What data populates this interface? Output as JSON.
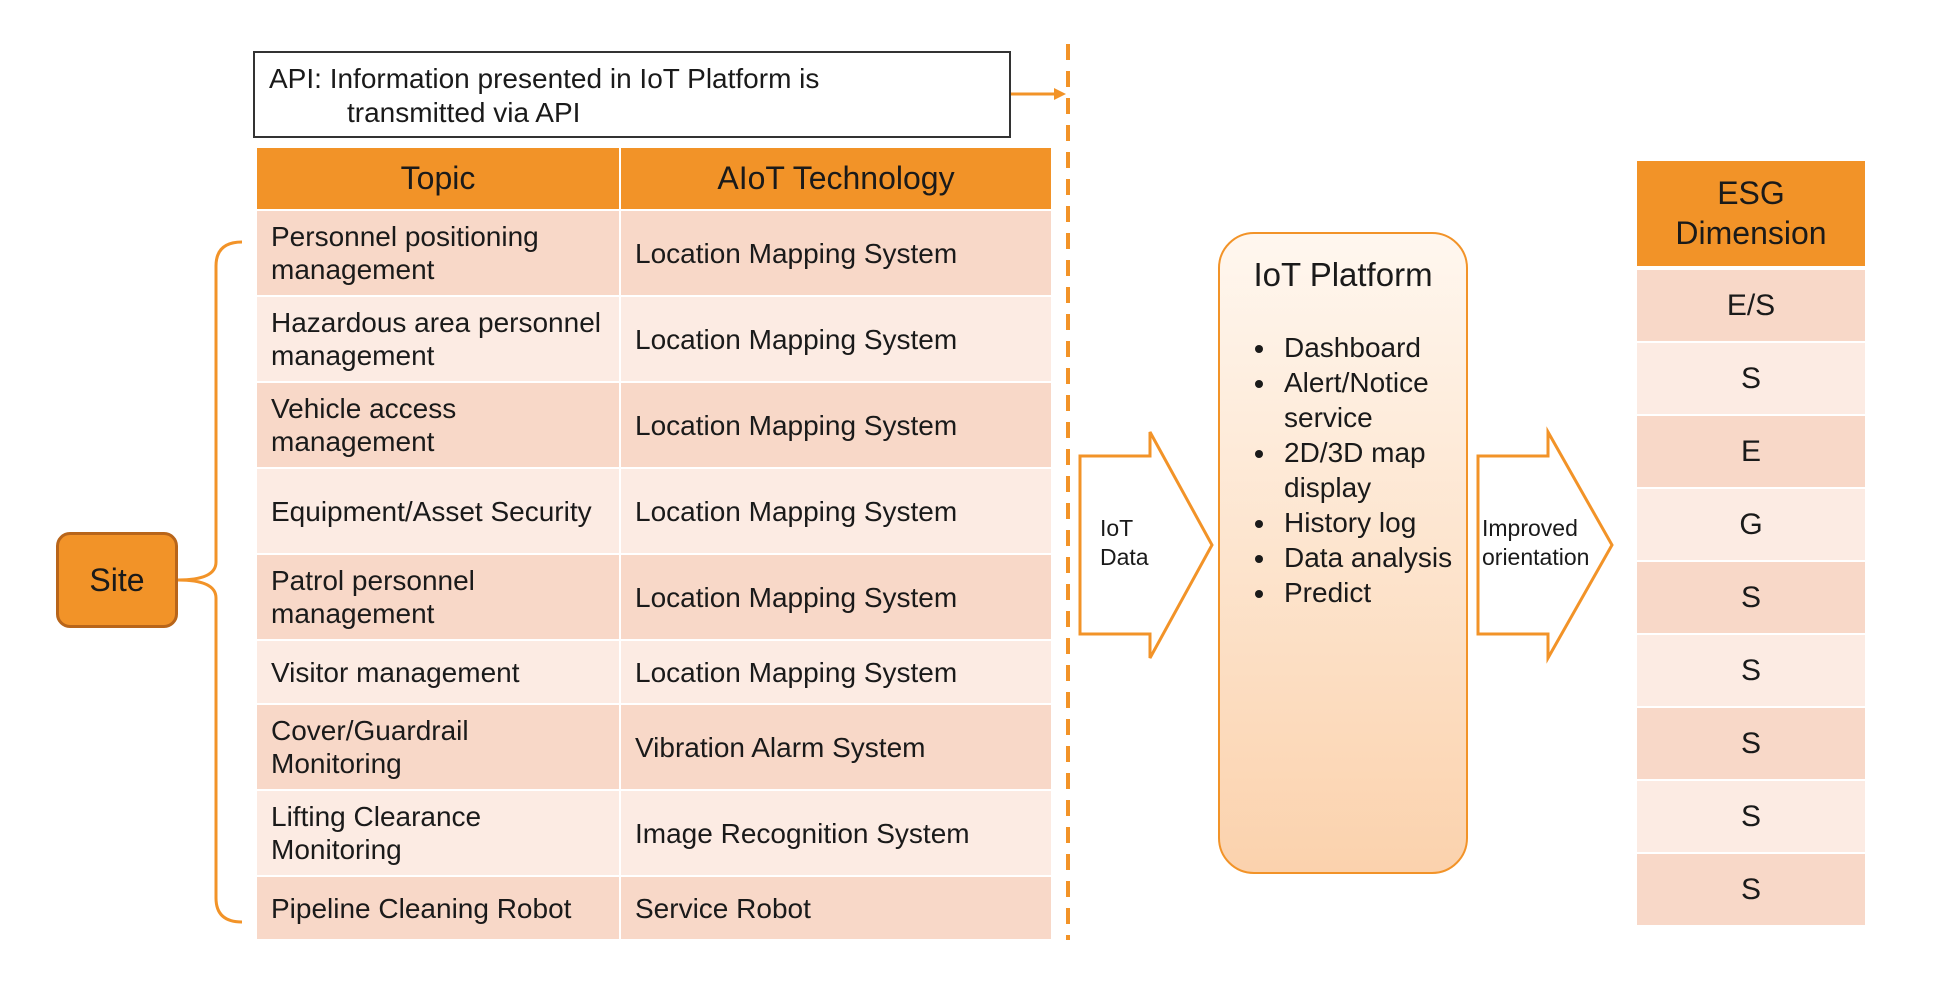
{
  "api_note": {
    "line1": "API: Information presented in IoT Platform is",
    "line2": "transmitted via API"
  },
  "table": {
    "headers": [
      "Topic",
      "AIoT Technology"
    ],
    "rows": [
      {
        "topic": "Personnel positioning management",
        "tech": "Location Mapping System"
      },
      {
        "topic": "Hazardous area personnel management",
        "tech": "Location Mapping System"
      },
      {
        "topic": "Vehicle access management",
        "tech": "Location Mapping System"
      },
      {
        "topic": "Equipment/Asset Security",
        "tech": "Location Mapping System"
      },
      {
        "topic": "Patrol personnel management",
        "tech": "Location Mapping System"
      },
      {
        "topic": "Visitor management",
        "tech": "Location Mapping System"
      },
      {
        "topic": "Cover/Guardrail Monitoring",
        "tech": "Vibration Alarm System"
      },
      {
        "topic": "Lifting Clearance Monitoring",
        "tech": "Image Recognition System"
      },
      {
        "topic": "Pipeline Cleaning Robot",
        "tech": "Service Robot"
      }
    ]
  },
  "site_label": "Site",
  "arrow1_label": {
    "line1": "IoT",
    "line2": "Data"
  },
  "platform": {
    "title": "IoT Platform",
    "items": [
      "Dashboard",
      "Alert/Notice service",
      "2D/3D map display",
      "History log",
      "Data analysis",
      "Predict"
    ]
  },
  "arrow2_label": {
    "line1": "Improved",
    "line2": "orientation"
  },
  "esg": {
    "header_line1": "ESG",
    "header_line2": "Dimension",
    "values": [
      "E/S",
      "S",
      "E",
      "G",
      "S",
      "S",
      "S",
      "S",
      "S"
    ]
  },
  "colors": {
    "accent": "#f29328",
    "row_dark": "#f8d8c8",
    "row_light": "#fcebe3",
    "site_border": "#b8651a"
  }
}
